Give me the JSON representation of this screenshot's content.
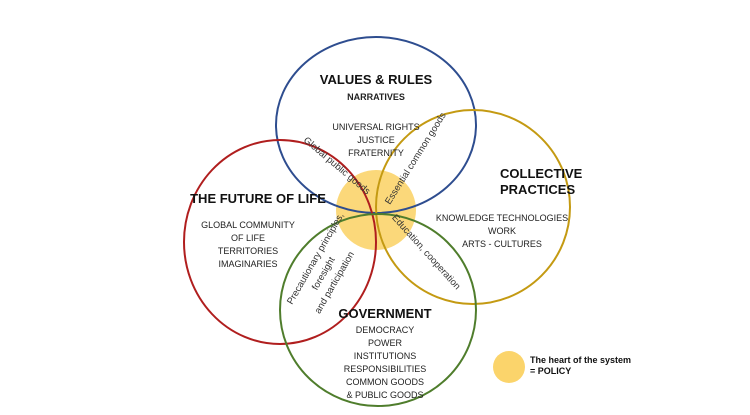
{
  "colors": {
    "values": "#2e4d8f",
    "future": "#b01e1e",
    "collective": "#c49a12",
    "government": "#4f7d2c",
    "heart": "#fbd46b"
  },
  "values": {
    "title": "VALUES & RULES",
    "subtitle": "NARRATIVES",
    "items": [
      "UNIVERSAL RIGHTS",
      "JUSTICE",
      "FRATERNITY"
    ]
  },
  "future": {
    "title": "THE FUTURE OF LIFE",
    "items": [
      "GLOBAL COMMUNITY",
      "OF LIFE",
      "TERRITORIES",
      "IMAGINARIES"
    ]
  },
  "collective": {
    "title": [
      "COLLECTIVE",
      "PRACTICES"
    ],
    "items": [
      "KNOWLEDGE TECHNOLOGIES",
      "WORK",
      "ARTS - CULTURES"
    ]
  },
  "government": {
    "title": "GOVERNMENT",
    "items": [
      "DEMOCRACY",
      "POWER",
      "INSTITUTIONS",
      "RESPONSIBILITIES",
      "COMMON GOODS",
      "& PUBLIC GOODS"
    ]
  },
  "overlaps": {
    "global_public_goods": "Global public goods",
    "essential_common_goods": "Essential common goods",
    "education": "Education, cooperation",
    "precaution": [
      "Precautionary principles,",
      "foresight",
      "and participation"
    ]
  },
  "legend": {
    "line1": "The heart of the system",
    "line2": "= POLICY"
  }
}
